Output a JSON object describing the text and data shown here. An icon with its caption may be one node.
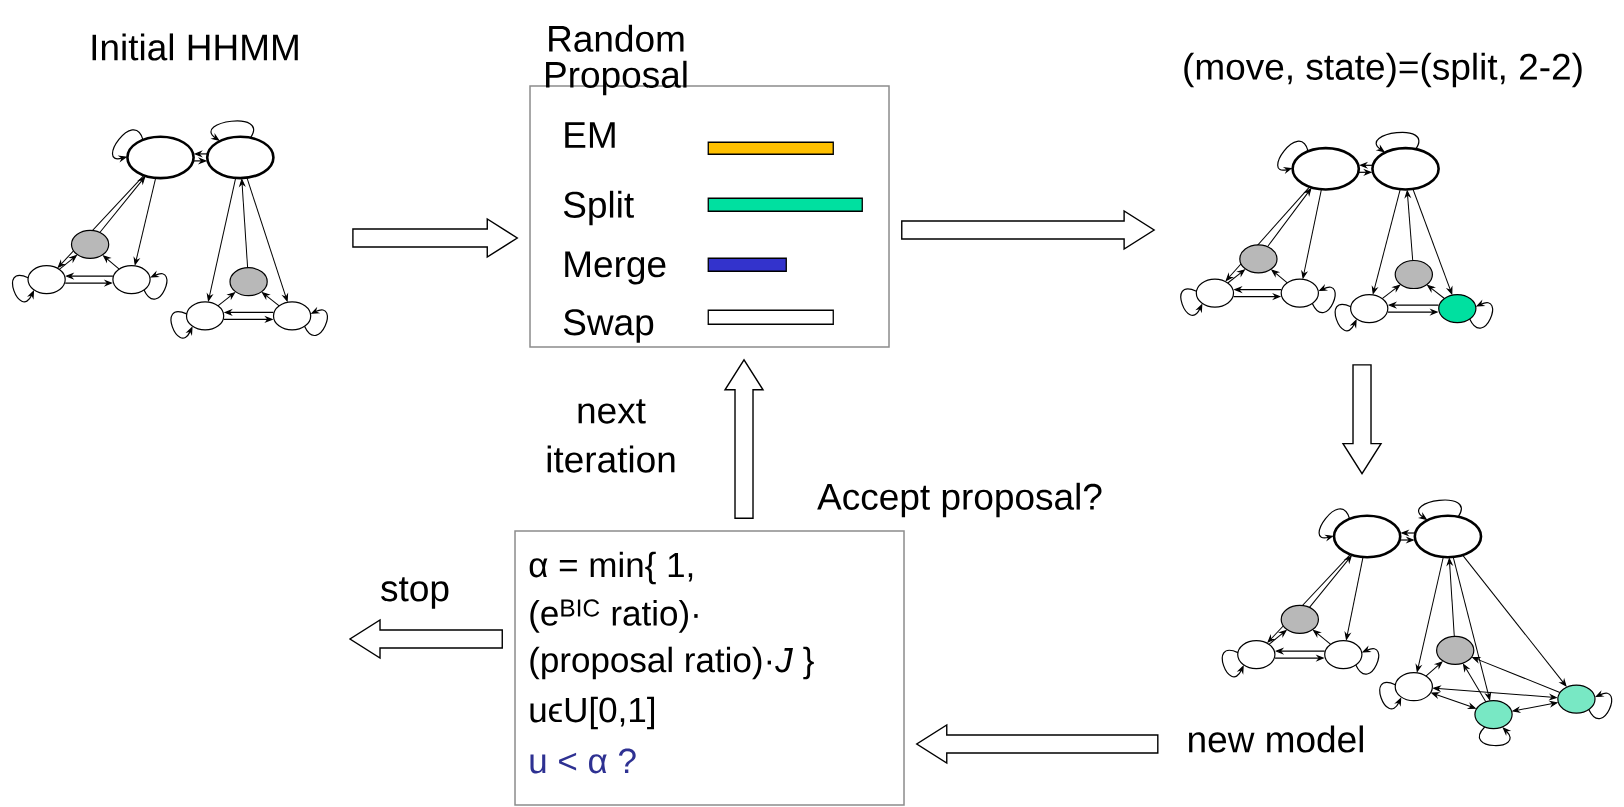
{
  "diagram": {
    "nodes": [
      {
        "text": [],
        "shape": "picture",
        "beside": [
          "Initial HHMM"
        ]
      },
      {
        "text": [
          "Random Proposal",
          "EM",
          "Split",
          "Merge",
          "Swap"
        ]
      },
      {
        "text": [],
        "shape": "picture",
        "beside": [
          "(move, state)=(split, 2-2)"
        ]
      },
      {
        "text": [
          "new model"
        ]
      },
      {
        "text": [
          "α = min{ 1,",
          "(e$^{BIC}$ ratio)·",
          "(proposal ratio)·*J* }",
          "uϵU[0,1]",
          "u < α ?"
        ],
        "beside": [
          "Accept proposal?"
        ]
      },
      {
        "text": [],
        "shape": "bar",
        "in": 1
      },
      {
        "text": [],
        "shape": "bar",
        "in": 1
      },
      {
        "text": [],
        "shape": "bar",
        "in": 1
      },
      {
        "text": [],
        "shape": "bar",
        "in": 1
      }
    ],
    "edges": [
      {
        "from": 0,
        "to": 1,
        "arrow": "to"
      },
      {
        "from": 1,
        "to": 2,
        "arrow": "to"
      },
      {
        "from": 2,
        "to": 3,
        "arrow": "to"
      },
      {
        "from": 3,
        "to": 4,
        "arrow": "to"
      },
      {
        "from": 4,
        "to": 1,
        "arrow": "to",
        "label": "next iteration"
      },
      {
        "from": 4,
        "to": null,
        "arrow": "to",
        "label": "stop"
      }
    ]
  }
}
